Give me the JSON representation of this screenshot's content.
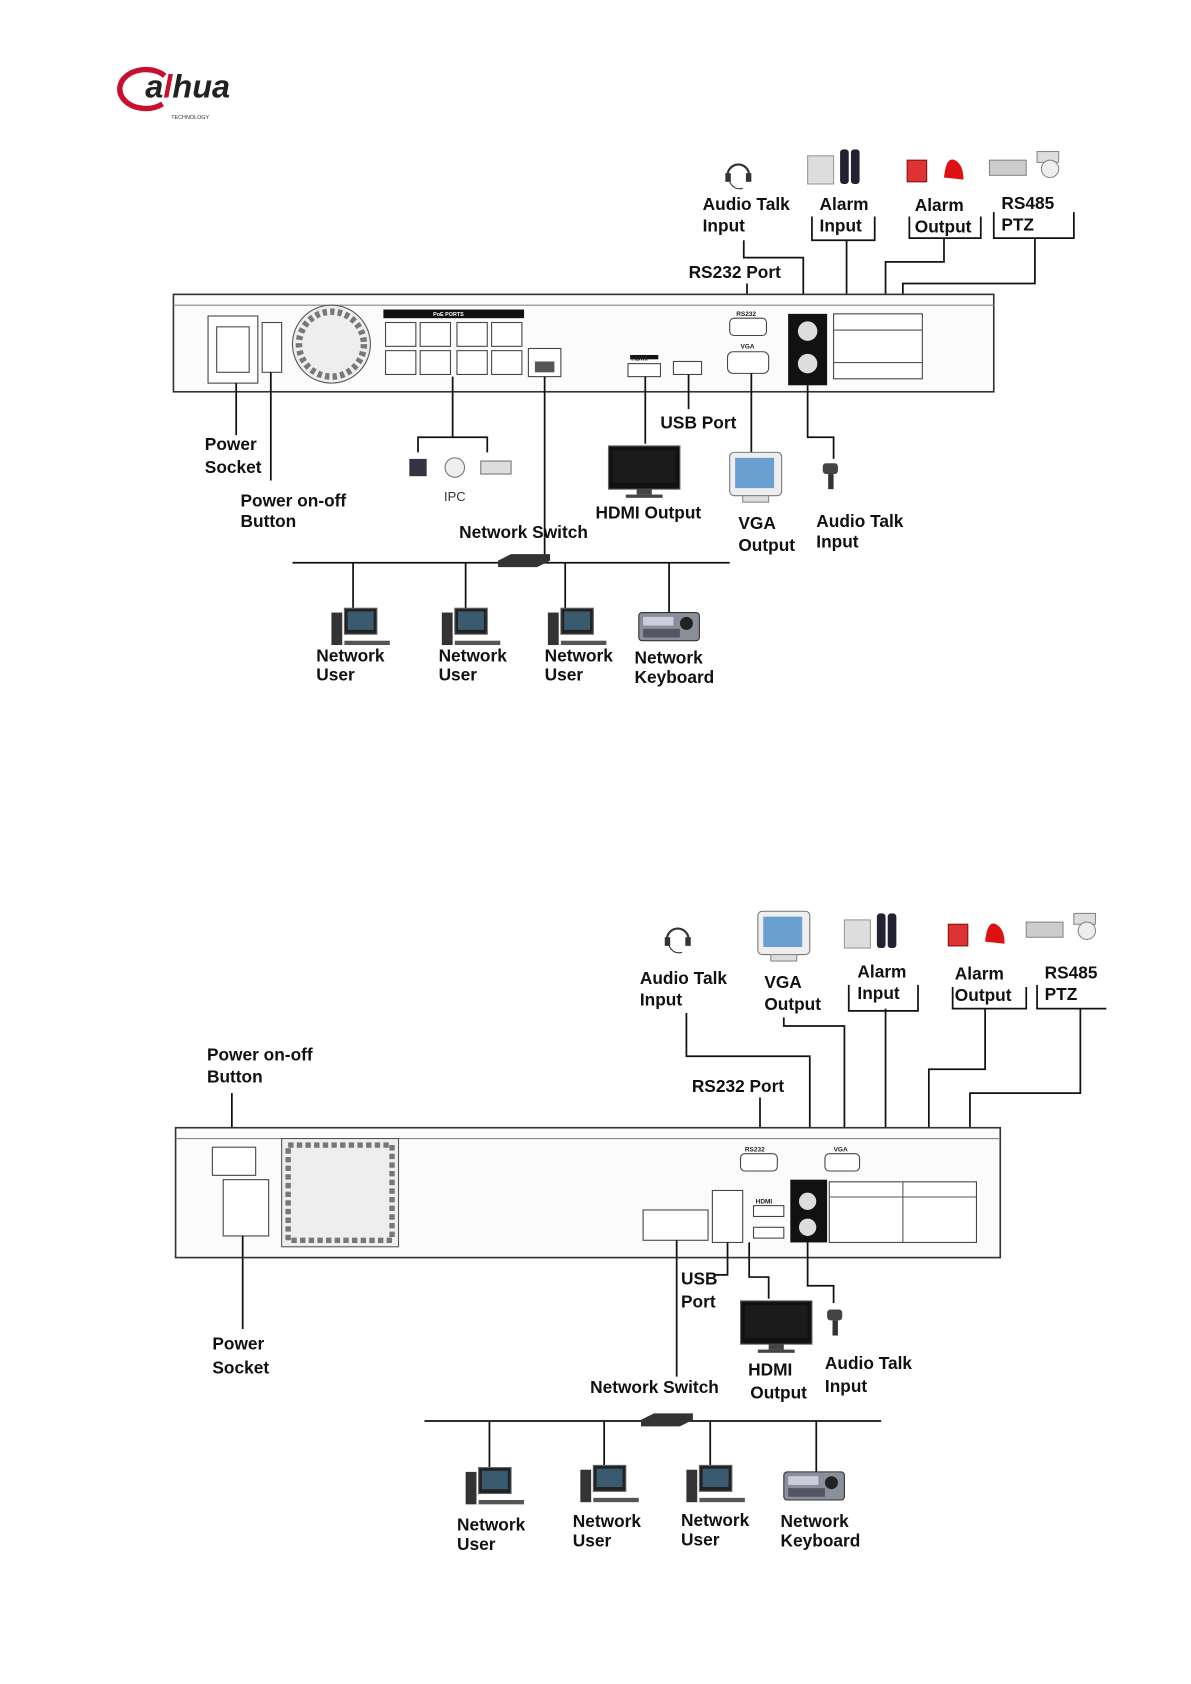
{
  "logo": {
    "brand": "alhua",
    "sub": "TECHNOLOGY",
    "color": "#c8102e"
  },
  "diagram_top": {
    "device_labels": {
      "poe": "PoE PORTS",
      "rs232": "RS232",
      "vga": "VGA",
      "hdmi": "HDMI"
    },
    "labels": {
      "audio_talk_input_top": [
        "Audio Talk",
        "Input"
      ],
      "alarm_input": [
        "Alarm",
        "Input"
      ],
      "alarm_output": [
        "Alarm",
        "Output"
      ],
      "rs485_ptz": [
        "RS485",
        "PTZ"
      ],
      "rs232_port": "RS232 Port",
      "power_socket": [
        "Power",
        "Socket"
      ],
      "power_button": [
        "Power on-off",
        "Button"
      ],
      "ipc": "IPC",
      "network_switch": "Network Switch",
      "usb_port": "USB Port",
      "hdmi_output": "HDMI Output",
      "vga_output": [
        "VGA",
        "Output"
      ],
      "audio_talk_input_bottom": [
        "Audio Talk",
        "Input"
      ],
      "network_users": [
        [
          "Network",
          "User"
        ],
        [
          "Network",
          "User"
        ],
        [
          "Network",
          "User"
        ]
      ],
      "network_keyboard": [
        "Network",
        "Keyboard"
      ]
    }
  },
  "diagram_bottom": {
    "device_labels": {
      "rs232": "RS232",
      "vga": "VGA",
      "hdmi": "HDMI"
    },
    "labels": {
      "audio_talk_input_top": [
        "Audio Talk",
        "Input"
      ],
      "vga_output": [
        "VGA",
        "Output"
      ],
      "alarm_input": [
        "Alarm",
        "Input"
      ],
      "alarm_output": [
        "Alarm",
        "Output"
      ],
      "rs485_ptz": [
        "RS485",
        "PTZ"
      ],
      "power_button": [
        "Power on-off",
        "Button"
      ],
      "rs232_port": "RS232 Port",
      "usb_port": [
        "USB",
        "Port"
      ],
      "power_socket": [
        "Power",
        "Socket"
      ],
      "network_switch": "Network Switch",
      "hdmi_output": [
        "HDMI",
        "Output"
      ],
      "audio_talk_input_bottom": [
        "Audio Talk",
        "Input"
      ],
      "network_users": [
        [
          "Network",
          "User"
        ],
        [
          "Network",
          "User"
        ],
        [
          "Network",
          "User"
        ]
      ],
      "network_keyboard": [
        "Network",
        "Keyboard"
      ]
    }
  }
}
